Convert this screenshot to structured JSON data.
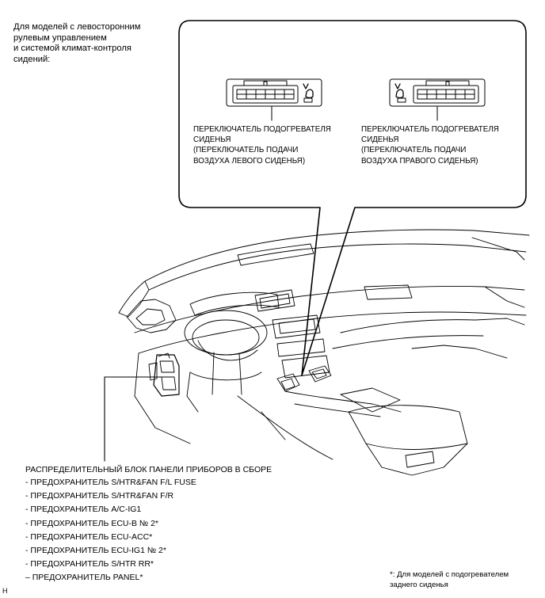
{
  "model_note": "Для моделей с левосторонним\nрулевым управлением\nи системой климат-контроля\nсидений:",
  "left_switch": {
    "label": "ПЕРЕКЛЮЧАТЕЛЬ ПОДОГРЕВАТЕЛЯ\nСИДЕНЬЯ\n(ПЕРЕКЛЮЧАТЕЛЬ ПОДАЧИ\nВОЗДУХА ЛЕВОГО СИДЕНЬЯ)"
  },
  "right_switch": {
    "label": "ПЕРЕКЛЮЧАТЕЛЬ ПОДОГРЕВАТЕЛЯ\nСИДЕНЬЯ\n(ПЕРЕКЛЮЧАТЕЛЬ ПОДАЧИ\nВОЗДУХА ПРАВОГО СИДЕНЬЯ)"
  },
  "junction_block": {
    "title": "РАСПРЕДЕЛИТЕЛЬНЫЙ БЛОК ПАНЕЛИ ПРИБОРОВ В СБОРЕ",
    "items": [
      "- ПРЕДОХРАНИТЕЛЬ S/HTR&FAN F/L FUSE",
      "- ПРЕДОХРАНИТЕЛЬ S/HTR&FAN F/R",
      "- ПРЕДОХРАНИТЕЛЬ A/C-IG1",
      "- ПРЕДОХРАНИТЕЛЬ ECU-B № 2*",
      "- ПРЕДОХРАНИТЕЛЬ ECU-ACC*",
      "- ПРЕДОХРАНИТЕЛЬ ECU-IG1 № 2*",
      "- ПРЕДОХРАНИТЕЛЬ S/HTR RR*",
      "– ПРЕДОХРАНИТЕЛЬ PANEL*"
    ]
  },
  "footnote": "*: Для моделей с подогревателем\nзаднего сиденья",
  "corner_mark": "H"
}
